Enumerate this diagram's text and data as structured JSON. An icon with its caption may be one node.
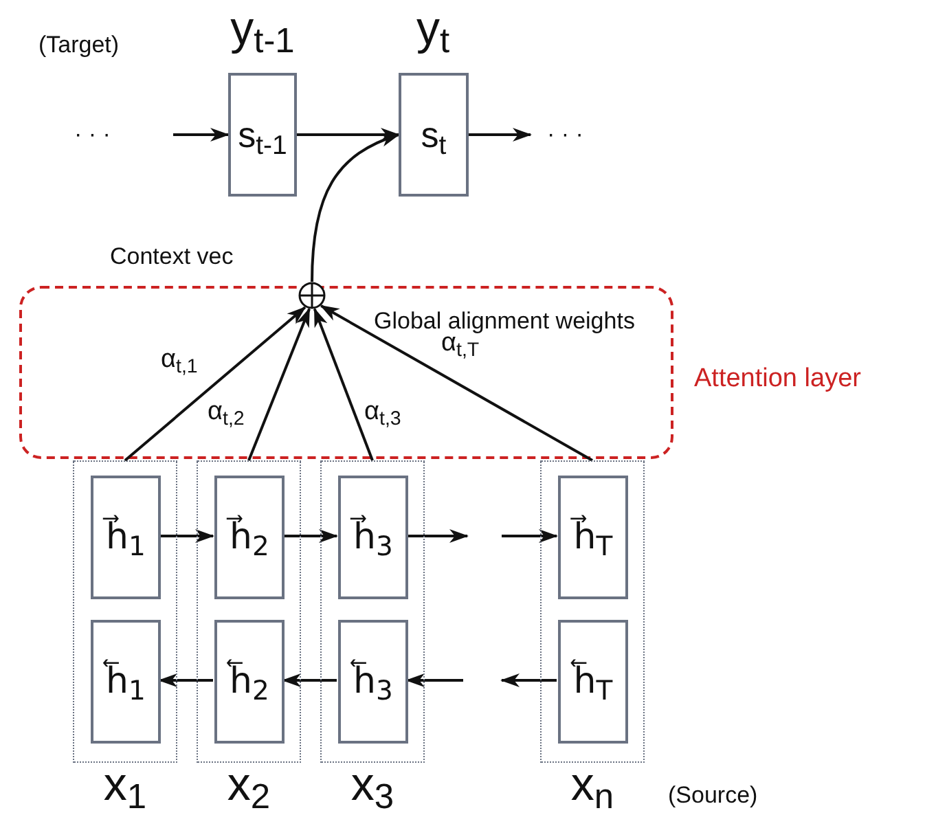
{
  "diagram": {
    "nodes": [
      {
        "text": [
          "· · ·"
        ]
      },
      {
        "text": [
          "s$_{t-1}$"
        ],
        "beside": [
          "y$_{t-1}$"
        ]
      },
      {
        "text": [
          "s$_{t}$"
        ],
        "beside": [
          "y$_{t}$"
        ]
      },
      {
        "text": [
          "· · ·"
        ]
      },
      {
        "text": [],
        "shape": "circle"
      },
      {
        "text": [],
        "shape": "box",
        "beside": [
          "x$_{1}$"
        ]
      },
      {
        "text": [
          "h⃗$_{1}$"
        ],
        "in": 5
      },
      {
        "text": [
          "h⃖$_{1}$"
        ],
        "in": 5
      },
      {
        "text": [],
        "shape": "box",
        "beside": [
          "x$_{2}$"
        ]
      },
      {
        "text": [
          "h⃗$_{2}$"
        ],
        "in": 8
      },
      {
        "text": [
          "h⃖$_{2}$"
        ],
        "in": 8
      },
      {
        "text": [],
        "shape": "box",
        "beside": [
          "x$_{3}$"
        ]
      },
      {
        "text": [
          "h⃗$_{3}$"
        ],
        "in": 11
      },
      {
        "text": [
          "h⃖$_{3}$"
        ],
        "in": 11
      },
      {
        "text": [],
        "shape": "box",
        "beside": [
          "x$_{n}$"
        ]
      },
      {
        "text": [
          "h⃗$_{T}$"
        ],
        "in": 14
      },
      {
        "text": [
          "h⃖$_{T}$"
        ],
        "in": 14
      }
    ],
    "edges": [
      {
        "from": 0,
        "to": 1,
        "arrow": "to"
      },
      {
        "from": 1,
        "to": 2,
        "arrow": "to"
      },
      {
        "from": 2,
        "to": 3,
        "arrow": "to"
      },
      {
        "from": 4,
        "to": 2,
        "arrow": "to"
      },
      {
        "from": 5,
        "to": 4,
        "arrow": "to",
        "label": "α$_{t,1}$"
      },
      {
        "from": 8,
        "to": 4,
        "arrow": "to",
        "label": "α$_{t,2}$"
      },
      {
        "from": 11,
        "to": 4,
        "arrow": "to",
        "label": "α$_{t,3}$"
      },
      {
        "from": 14,
        "to": 4,
        "arrow": "to",
        "label": "α$_{t,T}$"
      },
      {
        "from": 6,
        "to": 9,
        "arrow": "to"
      },
      {
        "from": 9,
        "to": 12,
        "arrow": "to"
      },
      {
        "from": 12,
        "to": null,
        "arrow": "to"
      },
      {
        "from": null,
        "to": 15,
        "arrow": "to"
      },
      {
        "from": 16,
        "to": null,
        "arrow": "to"
      },
      {
        "from": null,
        "to": 13,
        "arrow": "to"
      },
      {
        "from": 13,
        "to": 10,
        "arrow": "to"
      },
      {
        "from": 10,
        "to": 7,
        "arrow": "to"
      }
    ],
    "labels": [
      "(Target)",
      "Context vec",
      "Global alignment weights",
      "Attention layer",
      "(Source)"
    ]
  }
}
